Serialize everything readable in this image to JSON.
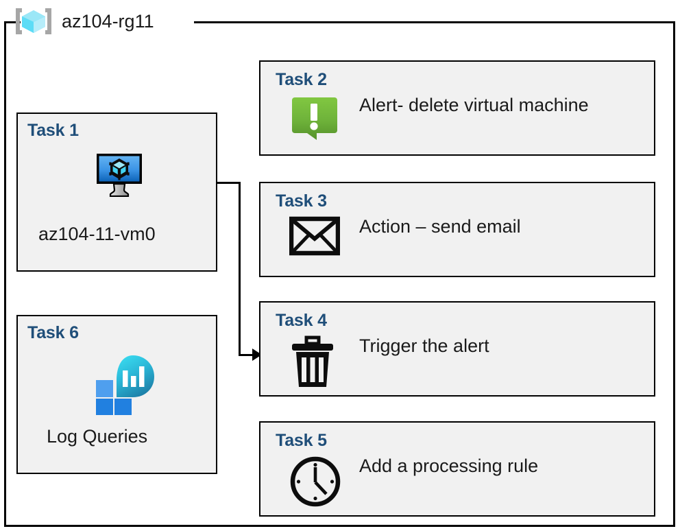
{
  "resource_group": {
    "title": "az104-rg11",
    "icon": "resource-group-cube-icon"
  },
  "colors": {
    "task_label": "#1F4E79",
    "card_background": "#F1F1F1",
    "card_border": "#000000",
    "alert_green_light": "#7DC243",
    "alert_green_dark": "#5B9A2B",
    "vm_screen_light": "#5AA9EE",
    "vm_screen_dark": "#0F6CBD",
    "log_square_light": "#4F9FEE",
    "log_square_dark": "#2180E0",
    "log_bubble_light": "#32D0EB",
    "log_bubble_dark": "#1B7FA8",
    "rg_icon_cube_light": "#9BE7F7",
    "rg_icon_cube_mid": "#43D3F2",
    "rg_icon_bracket": "#A6A6A6"
  },
  "cards": {
    "task1": {
      "label": "Task 1",
      "text": "az104-11-vm0",
      "icon": "virtual-machine-icon"
    },
    "task2": {
      "label": "Task 2",
      "text": "Alert- delete virtual machine",
      "icon": "alert-exclamation-icon"
    },
    "task3": {
      "label": "Task 3",
      "text": "Action – send email",
      "icon": "envelope-icon"
    },
    "task4": {
      "label": "Task 4",
      "text": "Trigger the alert",
      "icon": "trash-can-icon"
    },
    "task5": {
      "label": "Task 5",
      "text": "Add a processing rule",
      "icon": "clock-icon"
    },
    "task6": {
      "label": "Task 6",
      "text": "Log Queries",
      "icon": "log-analytics-icon"
    }
  },
  "connector": {
    "from": "task1-virtual-machine-icon",
    "to": "task4",
    "arrow_direction": "right"
  }
}
